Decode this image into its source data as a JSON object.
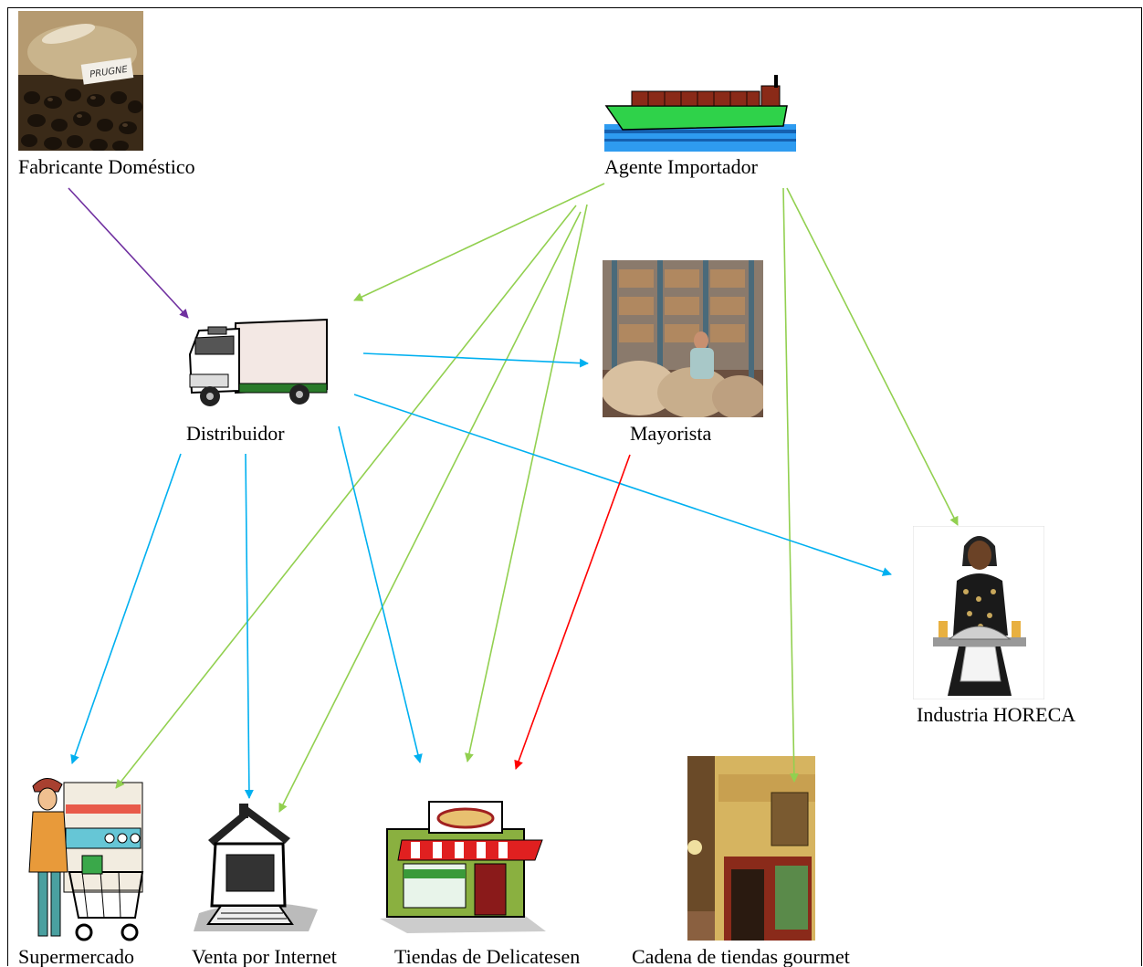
{
  "diagram": {
    "nodes": {
      "fabricante": {
        "label": "Fabricante Doméstico",
        "icon": "dried-prunes-photo-icon"
      },
      "importador": {
        "label": "Agente Importador",
        "icon": "cargo-ship-icon"
      },
      "distribuidor": {
        "label": "Distribuidor",
        "icon": "delivery-truck-icon"
      },
      "mayorista": {
        "label": "Mayorista",
        "icon": "warehouse-worker-photo-icon"
      },
      "horeca": {
        "label": "Industria HORECA",
        "icon": "waitress-with-tray-icon"
      },
      "supermercado": {
        "label": "Supermercado",
        "icon": "shopper-with-cart-icon"
      },
      "internet": {
        "label": "Venta por Internet",
        "icon": "computer-house-icon"
      },
      "delicatesen": {
        "label": "Tiendas de Delicatesen",
        "icon": "deli-shop-icon"
      },
      "gourmet": {
        "label": "Cadena de tiendas gourmet",
        "icon": "gourmet-storefront-photo-icon"
      }
    },
    "edges": [
      {
        "from": "fabricante",
        "to": "distribuidor",
        "color": "#7030a0"
      },
      {
        "from": "importador",
        "to": "distribuidor",
        "color": "#92d050"
      },
      {
        "from": "importador",
        "to": "supermercado",
        "color": "#92d050"
      },
      {
        "from": "importador",
        "to": "internet",
        "color": "#92d050"
      },
      {
        "from": "importador",
        "to": "delicatesen",
        "color": "#92d050"
      },
      {
        "from": "importador",
        "to": "gourmet",
        "color": "#92d050"
      },
      {
        "from": "importador",
        "to": "horeca",
        "color": "#92d050"
      },
      {
        "from": "distribuidor",
        "to": "mayorista",
        "color": "#00b0f0"
      },
      {
        "from": "distribuidor",
        "to": "horeca",
        "color": "#00b0f0"
      },
      {
        "from": "distribuidor",
        "to": "supermercado",
        "color": "#00b0f0"
      },
      {
        "from": "distribuidor",
        "to": "internet",
        "color": "#00b0f0"
      },
      {
        "from": "distribuidor",
        "to": "delicatesen",
        "color": "#00b0f0"
      },
      {
        "from": "mayorista",
        "to": "delicatesen",
        "color": "#ff0000"
      }
    ]
  }
}
